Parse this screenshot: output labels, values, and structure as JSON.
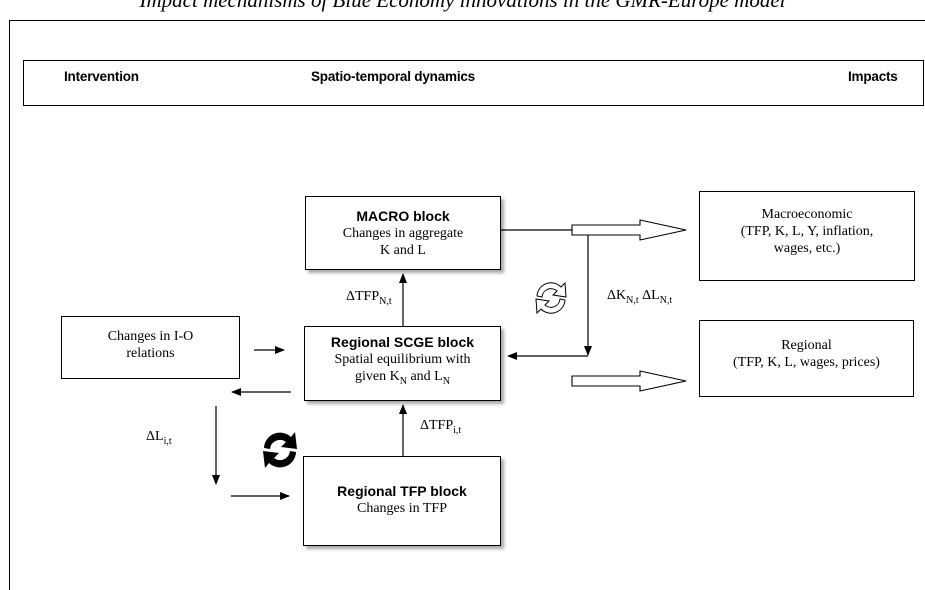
{
  "title": "Impact mechanisms of Blue Economy innovations in the GMR-Europe model",
  "header": {
    "intervention": "Intervention",
    "dynamics": "Spatio-temporal dynamics",
    "impacts": "Impacts"
  },
  "macro_block": {
    "title": "MACRO block",
    "line1": "Changes in aggregate",
    "line2": "K and L"
  },
  "scge_block": {
    "title": "Regional SCGE block",
    "line1": "Spatial equilibrium with",
    "line2_prefix": "given K",
    "sub_n1": "N",
    "line2_mid": " and L",
    "sub_n2": "N"
  },
  "tfp_block": {
    "title": "Regional TFP block",
    "line1": "Changes in TFP"
  },
  "io_box": {
    "line1": "Changes in I-O",
    "line2": "relations"
  },
  "macro_impacts": {
    "line1": "Macroeconomic",
    "line2": "(TFP, K, L, Y, inflation,",
    "line3": "wages, etc.)"
  },
  "regional_impacts": {
    "line1": "Regional",
    "line2": "(TFP, K, L, wages, prices)"
  },
  "labels": {
    "dtfp_n": {
      "main": "ΔTFP",
      "sub": "N,t"
    },
    "dtfp_i": {
      "main": "ΔTFP",
      "sub": "i,t"
    },
    "dk": {
      "main": "ΔK",
      "sub": "N,t"
    },
    "dl_n": {
      "main": "ΔL",
      "sub": "N,t"
    },
    "dl_i": {
      "main": "ΔL",
      "sub": "i,t"
    }
  }
}
